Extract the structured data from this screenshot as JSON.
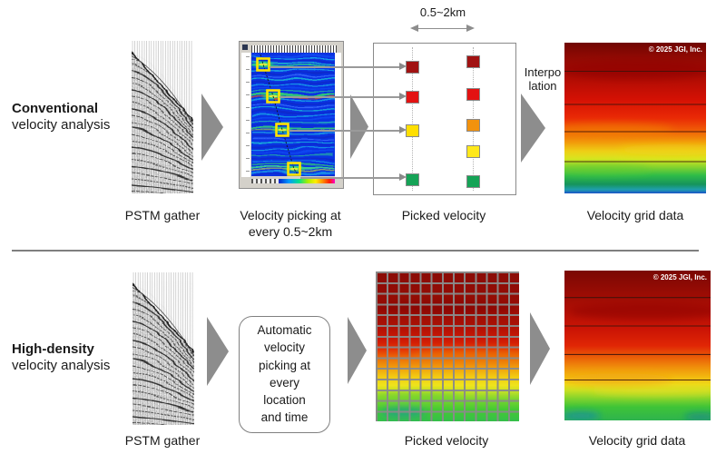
{
  "conventional": {
    "title_bold": "Conventional",
    "title_rest": "velocity analysis",
    "captions": {
      "gather": "PSTM gather",
      "picking_line1": "Velocity picking at",
      "picking_line2": "every 0.5~2km",
      "picked": "Picked velocity",
      "grid": "Velocity grid data"
    },
    "spacing_label": "0.5~2km",
    "interpolation_line1": "Interpo",
    "interpolation_line2": "lation",
    "copyright": "© 2025 JGI, Inc.",
    "picked_squares": {
      "left_column": [
        "#a11212",
        "#e31212",
        "#ffdf00",
        "#15a356"
      ],
      "right_column": [
        "#a11212",
        "#e31212",
        "#f2920e",
        "#ffe81a",
        "#15a356"
      ]
    }
  },
  "high_density": {
    "title_bold": "High-density",
    "title_rest": "velocity analysis",
    "captions": {
      "gather": "PSTM gather",
      "picked": "Picked velocity",
      "grid": "Velocity grid data"
    },
    "auto_box": {
      "line1": "Automatic",
      "line2": "velocity",
      "line3": "picking at",
      "line4": "every",
      "line5": "location",
      "line6": "and time"
    },
    "copyright": "© 2025 JGI, Inc."
  },
  "colors": {
    "arrow": "#8d8d8d",
    "connector": "#9a9a9a",
    "divider": "#7f7f7f",
    "pick_marker": "#ffe400"
  }
}
